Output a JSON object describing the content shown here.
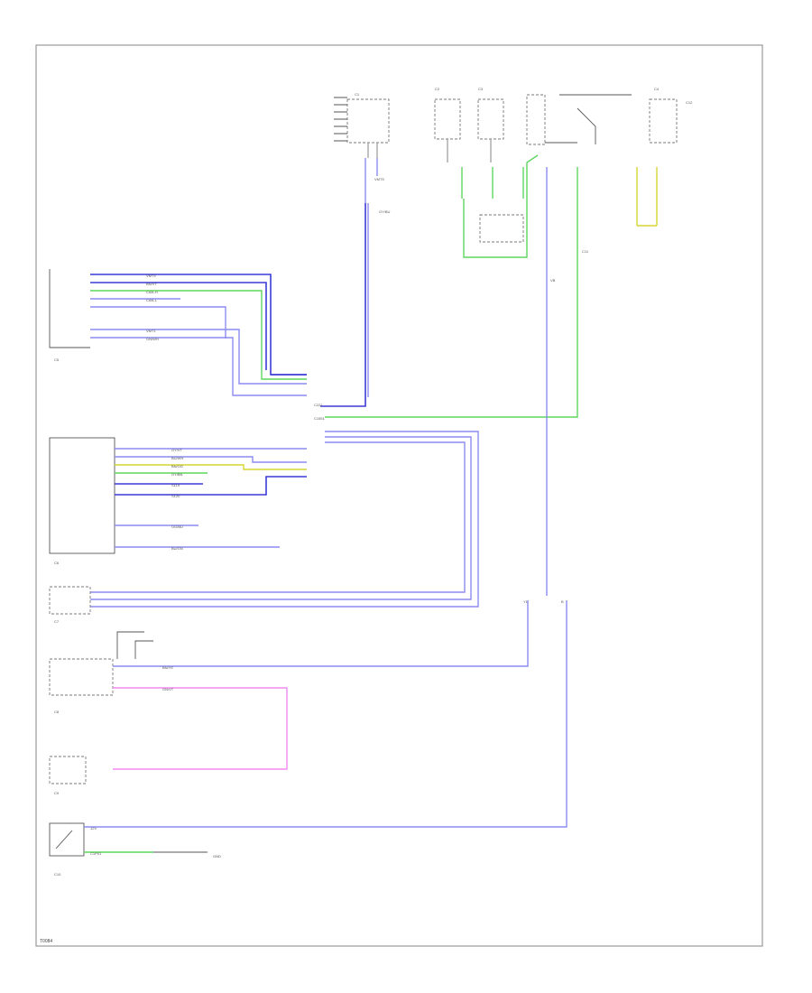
{
  "diagram": {
    "footer_code": "T0084",
    "colors": {
      "wire_blue": "#3b3bd6",
      "wire_light_blue": "#8c8cf0",
      "wire_green": "#5fd65f",
      "wire_yellow": "#d6d630",
      "wire_pink": "#f08cf0",
      "frame": "#9a9a9a"
    },
    "wire_codes": {
      "w1": "VMT5",
      "w2": "GY/BU",
      "w3": "VMT4",
      "w4": "BN/VT",
      "w5": "CAN-H",
      "w6": "CAN-L",
      "w7": "VMT1",
      "w8": "GN/WH",
      "w9": "GY/VT",
      "w10": "BU/WH",
      "w11": "BN/OG",
      "w12": "GY/BN",
      "w13": "S119",
      "w14": "S120",
      "w15": "OG/BU",
      "w16": "BU/GN",
      "w17": "BN/YE",
      "w18": "GN/VT",
      "w19": "12V",
      "w20": "C1P01",
      "w21": "C221",
      "w22": "C1551",
      "w23": "VB",
      "w24": "Y1",
      "w25": "B",
      "w26": "GND"
    },
    "connector_codes": {
      "c1": "C1",
      "c2": "C2",
      "c3": "C3",
      "c4": "C4",
      "c5": "C5",
      "c6": "C6",
      "c7": "C7",
      "c8": "C8",
      "c9": "C9",
      "c10": "C10",
      "c11": "C11",
      "c12": "C12"
    }
  }
}
